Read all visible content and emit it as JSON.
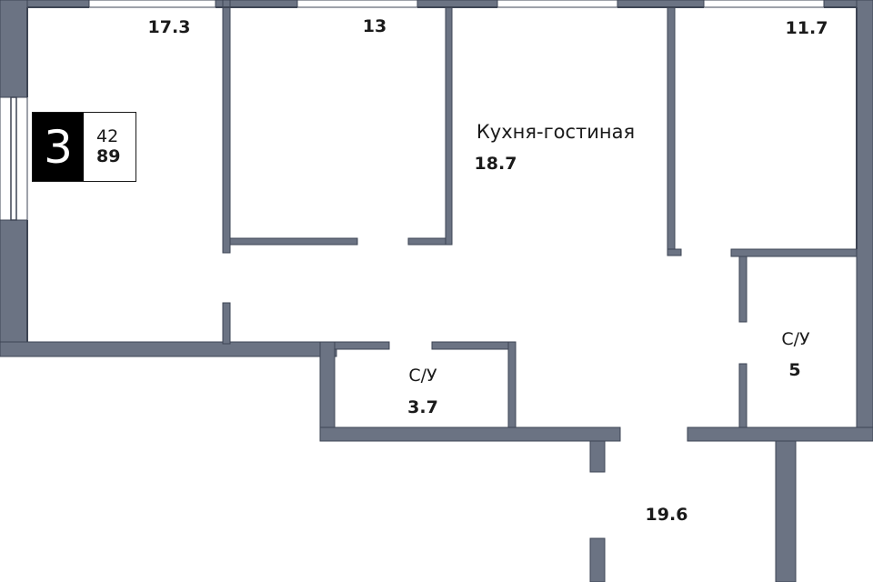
{
  "colors": {
    "wall": "#6b7383",
    "wall_edge": "#3e4554",
    "text": "#1a1a1a",
    "badge_bg": "#000000",
    "badge_fg": "#ffffff"
  },
  "apartment": {
    "rooms": "3",
    "floor_number": "42",
    "total_area": "89"
  },
  "rooms": {
    "bedroom_left_area": "17.3",
    "bedroom_middle_area": "13",
    "kitchen_living_name": "Кухня-гостиная",
    "kitchen_living_area": "18.7",
    "bedroom_right_area": "11.7",
    "bathroom_right_name": "С/У",
    "bathroom_right_area": "5",
    "bathroom_center_name": "С/У",
    "bathroom_center_area": "3.7",
    "hallway_area": "19.6"
  }
}
